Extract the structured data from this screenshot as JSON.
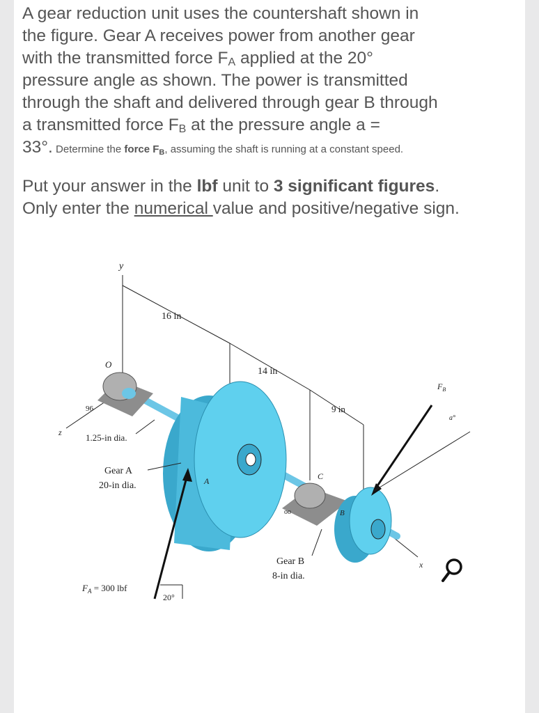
{
  "problem": {
    "line1": "A gear reduction unit uses the countershaft shown in",
    "line2": "the figure. Gear A receives power from another gear",
    "line3_pre": "with the transmitted force F",
    "line3_sub": "A",
    "line3_post": " applied at the 20°",
    "line4": "pressure angle as shown. The power is transmitted",
    "line5": "through the shaft and delivered through gear B through",
    "line6_pre": "a transmitted force F",
    "line6_sub": "B",
    "line6_post": " at the pressure angle a =",
    "line7_big": "33°.",
    "line7_small_pre": " Determine the ",
    "line7_small_bold": "force F",
    "line7_small_sub": "B",
    "line7_small_post": ", assuming the shaft is running at a constant speed."
  },
  "instructions": {
    "pre": "Put your answer in the ",
    "unit": "lbf",
    "mid": " unit to ",
    "sigfigs": "3 significant figures",
    "mid2": ". Only enter the ",
    "numerical": "numerical ",
    "post": "value and positive/negative sign."
  },
  "figure": {
    "labels": {
      "y_axis": "y",
      "z_axis": "z",
      "x_axis": "x",
      "origin": "O",
      "dim_16": "16 in",
      "dim_14": "14 in",
      "dim_9": "9 in",
      "shaft_dia": "1.25-in dia.",
      "gear_a_name": "Gear A",
      "gear_a_dia": "20-in dia.",
      "gear_a_letter": "A",
      "gear_b_name": "Gear B",
      "gear_b_dia": "8-in dia.",
      "gear_b_letter": "B",
      "bearing_c": "C",
      "force_a": "F",
      "force_a_sub": "A",
      "force_a_value": " = 300 lbf",
      "angle_20": "20°",
      "force_b": "F",
      "force_b_sub": "B",
      "angle_a": "a°"
    },
    "colors": {
      "gear": "#5fd0ee",
      "gear_dark": "#3aa8cc",
      "bearing": "#9a9a9a",
      "line": "#222222"
    }
  },
  "icons": {
    "search": "search-icon"
  }
}
